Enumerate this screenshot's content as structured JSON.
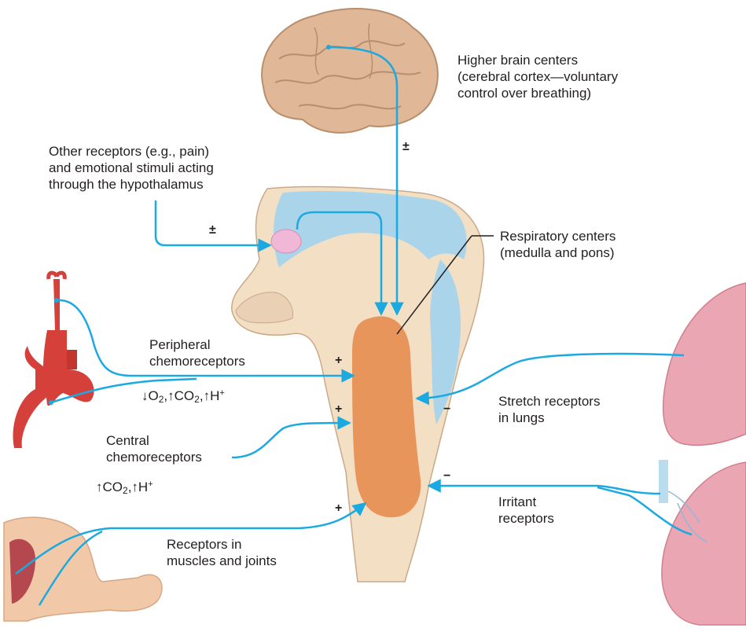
{
  "labels": {
    "higher_brain": [
      "Higher brain centers",
      "(cerebral cortex—voluntary",
      "control over breathing)"
    ],
    "other_receptors": [
      "Other receptors (e.g., pain)",
      "and emotional stimuli acting",
      "through the hypothalamus"
    ],
    "respiratory_centers": [
      "Respiratory centers",
      "(medulla and pons)"
    ],
    "peripheral": [
      "Peripheral",
      "chemoreceptors"
    ],
    "central": [
      "Central",
      "chemoreceptors"
    ],
    "stretch": [
      "Stretch receptors",
      "in lungs"
    ],
    "irritant": [
      "Irritant",
      "receptors"
    ],
    "muscles": [
      "Receptors in",
      "muscles and joints"
    ]
  },
  "signs": {
    "higher_brain": "±",
    "hypothalamus": "±",
    "peripheral": "+",
    "central": "+",
    "muscles": "+",
    "stretch": "−",
    "irritant": "−"
  },
  "stimuli": {
    "peripheral": {
      "o2": "O",
      "o2_sub": "2",
      "co2": "CO",
      "co2_sub": "2",
      "h": "H",
      "h_sup": "+",
      "sep": ","
    },
    "central": {
      "co2": "CO",
      "co2_sub": "2",
      "h": "H",
      "h_sup": "+",
      "sep": ","
    }
  },
  "colors": {
    "pathway": "#1aa9e1",
    "brain": "#e0b897",
    "brainstem": "#f3dfc4",
    "ventricle": "#a9d4ea",
    "medulla": "#e8955c",
    "hypothalamus": "#f0b8d6",
    "artery": "#d6403a",
    "lung": "#eaa6b2",
    "skin": "#f2c9a8",
    "muscle": "#b5484f"
  },
  "icons": {
    "brain": "brain-icon",
    "brainstem": "brainstem-icon",
    "artery": "aortic-arch-icon",
    "lung": "lung-icon",
    "arm": "arm-icon"
  }
}
